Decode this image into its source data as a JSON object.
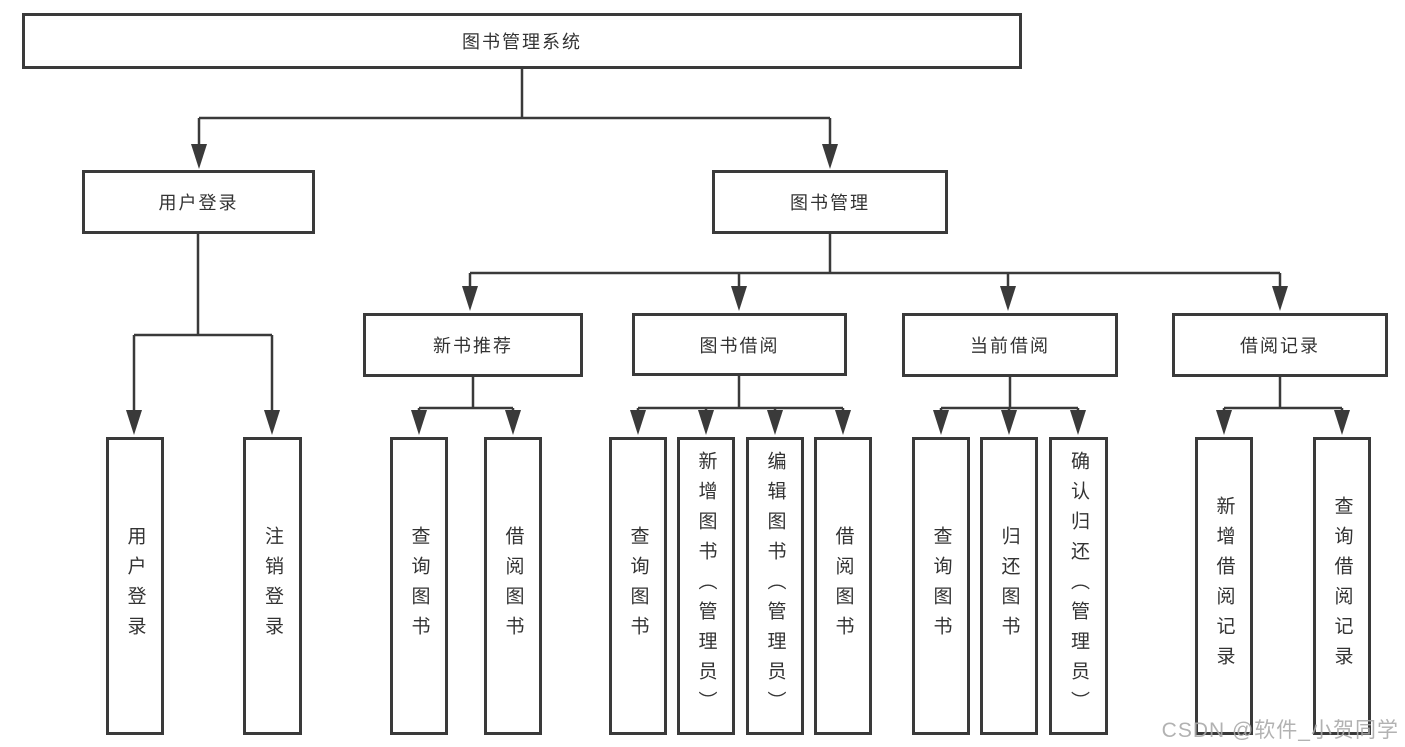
{
  "diagram": {
    "type": "tree",
    "root": {
      "label": "图书管理系统"
    },
    "level2": [
      {
        "label": "用户登录",
        "parent": "图书管理系统"
      },
      {
        "label": "图书管理",
        "parent": "图书管理系统"
      }
    ],
    "level3": [
      {
        "label": "新书推荐",
        "parent": "图书管理"
      },
      {
        "label": "图书借阅",
        "parent": "图书管理"
      },
      {
        "label": "当前借阅",
        "parent": "图书管理"
      },
      {
        "label": "借阅记录",
        "parent": "图书管理"
      }
    ],
    "leaves": [
      {
        "label": "用户登录",
        "parent": "用户登录"
      },
      {
        "label": "注销登录",
        "parent": "用户登录"
      },
      {
        "label": "查询图书",
        "parent": "新书推荐"
      },
      {
        "label": "借阅图书",
        "parent": "新书推荐"
      },
      {
        "label": "查询图书",
        "parent": "图书借阅"
      },
      {
        "label": "新增图书（管理员）",
        "parent": "图书借阅"
      },
      {
        "label": "编辑图书（管理员）",
        "parent": "图书借阅"
      },
      {
        "label": "借阅图书",
        "parent": "图书借阅"
      },
      {
        "label": "查询图书",
        "parent": "当前借阅"
      },
      {
        "label": "归还图书",
        "parent": "当前借阅"
      },
      {
        "label": "确认归还（管理员）",
        "parent": "当前借阅"
      },
      {
        "label": "新增借阅记录",
        "parent": "借阅记录"
      },
      {
        "label": "查询借阅记录",
        "parent": "借阅记录"
      }
    ]
  },
  "watermark": "CSDN @软件_小贺同学",
  "colors": {
    "line": "#3a3a3a",
    "text": "#333333",
    "box_fill": "#ffffff",
    "background": "#ffffff",
    "watermark": "#aaaaaa"
  }
}
